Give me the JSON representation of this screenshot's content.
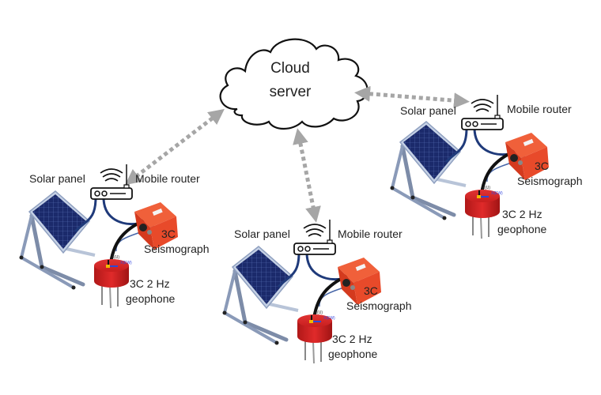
{
  "cloud": {
    "line1": "Cloud",
    "line2": "server"
  },
  "stations": [
    {
      "solar_panel": "Solar panel",
      "router": "Mobile router",
      "seismograph_line1": "3C",
      "seismograph_line2": "Seismograph",
      "geophone_line1": "3C 2 Hz",
      "geophone_line2": "geophone",
      "axis_z": "Z(U)",
      "axis_x": "X(EW)"
    },
    {
      "solar_panel": "Solar panel",
      "router": "Mobile router",
      "seismograph_line1": "3C",
      "seismograph_line2": "Seismograph",
      "geophone_line1": "3C 2 Hz",
      "geophone_line2": "geophone",
      "axis_z": "Z(U)",
      "axis_x": "X(EW)"
    },
    {
      "solar_panel": "Solar panel",
      "router": "Mobile router",
      "seismograph_line1": "3C",
      "seismograph_line2": "Seismograph",
      "geophone_line1": "3C 2 Hz",
      "geophone_line2": "geophone",
      "axis_z": "Z(U)",
      "axis_x": "X(EW)"
    }
  ],
  "colors": {
    "arrow": "#a6a6a6",
    "seismograph": "#e8452a",
    "geophone": "#d42020",
    "panel": "#1b2a6b",
    "frame": "#9fb0c8",
    "cable_blue": "#1f3a7a"
  }
}
